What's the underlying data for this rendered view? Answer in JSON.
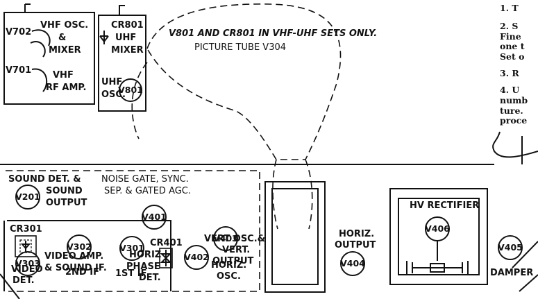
{
  "tuner": {
    "vhf_osc_mixer": [
      "V702",
      "VHF OSC.",
      "&",
      "MIXER"
    ],
    "vhf_rf_amp": [
      "V701",
      "VHF",
      "RF AMP."
    ],
    "uhf": [
      "CR801",
      "UHF",
      "MIXER",
      "UHF",
      "OSC.",
      "V801"
    ]
  },
  "note_vhf_uhf": "V801 AND CR801 IN VHF-UHF SETS ONLY.",
  "picture_tube_label": "PICTURE TUBE V304",
  "instructions": {
    "line1": "1.  T",
    "line2a": "2.  S",
    "line2b": "Fine",
    "line2c": "one t",
    "line2d": "Set o",
    "line3": "3.  R",
    "line4a": "4.  U",
    "line4b": "numb",
    "line4c": "ture.",
    "line4d": "proce"
  },
  "board": {
    "sound": [
      "SOUND DET. &",
      "SOUND",
      "OUTPUT",
      "V201"
    ],
    "noise_gate": [
      "NOISE GATE, SYNC.",
      "SEP. & GATED AGC.",
      "V401"
    ],
    "horiz_phase": [
      "CR401",
      "HORIZ",
      "PHASE",
      "DET."
    ],
    "vert": [
      "VERT OSC.&",
      "VERT.",
      "OUTPUT",
      "V402"
    ],
    "video_amp": [
      "V303",
      "VIDEO AMP.",
      "& SOUND IF."
    ],
    "video_det": [
      "CR301",
      "VIDEO",
      "DET."
    ],
    "if2": [
      "V302",
      "2ND IF"
    ],
    "if1": [
      "V301",
      "1ST IF"
    ],
    "horiz_osc": [
      "V403",
      "HORIZ.",
      "OSC."
    ],
    "horiz_output": [
      "HORIZ.",
      "OUTPUT",
      "V404"
    ],
    "hv_rectifier": [
      "HV RECTIFIER",
      "V406"
    ],
    "damper": [
      "V405",
      "DAMPER"
    ]
  }
}
